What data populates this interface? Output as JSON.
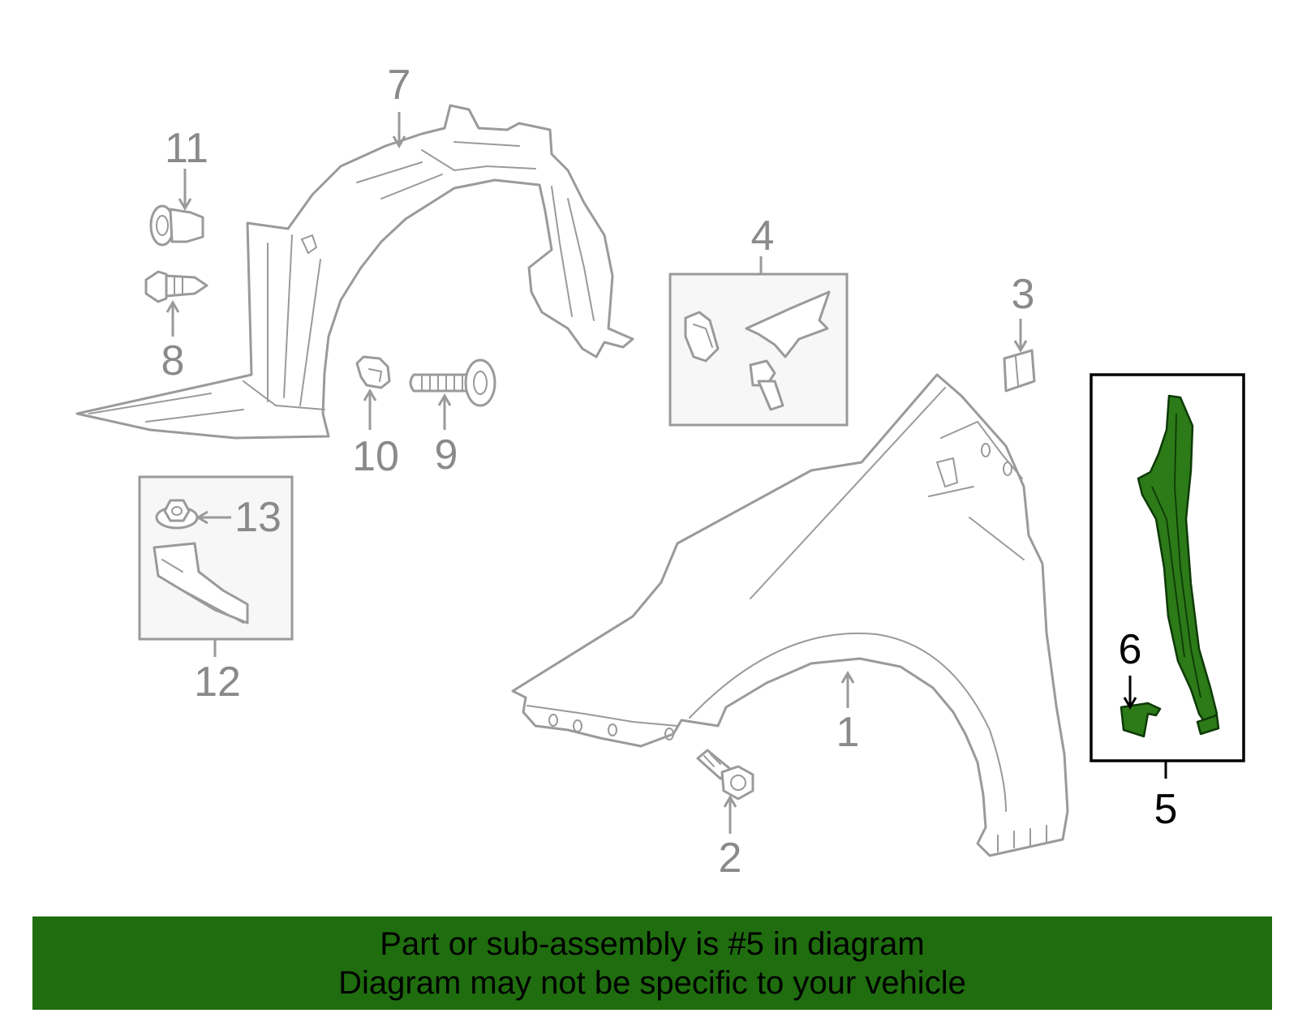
{
  "diagram": {
    "highlighted_part": "5",
    "highlight_color": "#2d7a18",
    "callouts": {
      "c1": "1",
      "c2": "2",
      "c3": "3",
      "c4": "4",
      "c5": "5",
      "c6": "6",
      "c7": "7",
      "c8": "8",
      "c9": "9",
      "c10": "10",
      "c11": "11",
      "c12": "12",
      "c13": "13"
    }
  },
  "banner": {
    "background_color": "#1f6d0f",
    "line1": "Part or sub-assembly is #5 in diagram",
    "line2": "Diagram may not be specific to your vehicle"
  }
}
